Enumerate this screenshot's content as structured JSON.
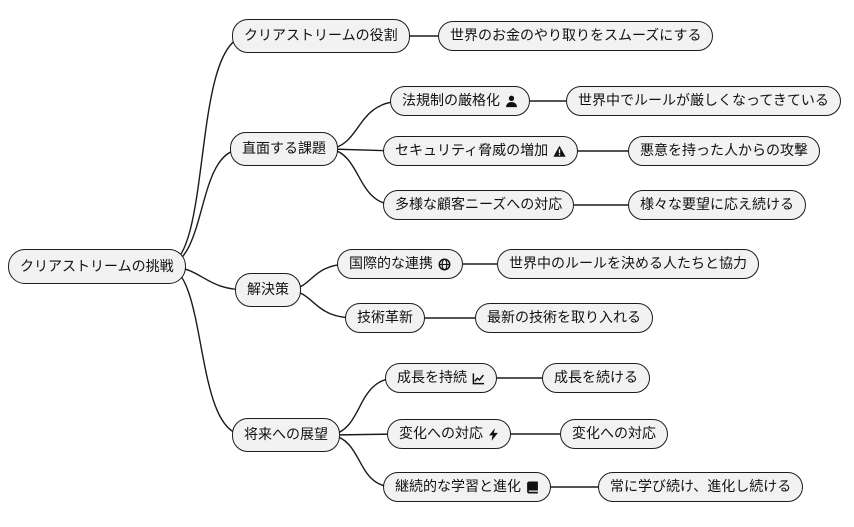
{
  "colors": {
    "background": "#ffffff",
    "node_fill": "#f2f2f2",
    "node_border": "#1c1c1c",
    "edge": "#1b1b1b",
    "text": "#111111"
  },
  "mindmap": {
    "root": {
      "label": "クリアストリームの挑戦"
    },
    "branches": [
      {
        "label": "クリアストリームの役割",
        "desc": "世界のお金のやり取りをスムーズにする"
      },
      {
        "label": "直面する課題",
        "children": [
          {
            "label": "法規制の厳格化",
            "icon": "user-icon",
            "desc": "世界中でルールが厳しくなってきている"
          },
          {
            "label": "セキュリティ脅威の増加",
            "icon": "warning-icon",
            "desc": "悪意を持った人からの攻撃"
          },
          {
            "label": "多様な顧客ニーズへの対応",
            "icon": "",
            "desc": "様々な要望に応え続ける"
          }
        ]
      },
      {
        "label": "解決策",
        "children": [
          {
            "label": "国際的な連携",
            "icon": "globe-icon",
            "desc": "世界中のルールを決める人たちと協力"
          },
          {
            "label": "技術革新",
            "icon": "",
            "desc": "最新の技術を取り入れる"
          }
        ]
      },
      {
        "label": "将来への展望",
        "children": [
          {
            "label": "成長を持続",
            "icon": "chart-line-icon",
            "desc": "成長を続ける"
          },
          {
            "label": "変化への対応",
            "icon": "bolt-icon",
            "desc": "変化への対応"
          },
          {
            "label": "継続的な学習と進化",
            "icon": "book-icon",
            "desc": "常に学び続け、進化し続ける"
          }
        ]
      }
    ]
  }
}
